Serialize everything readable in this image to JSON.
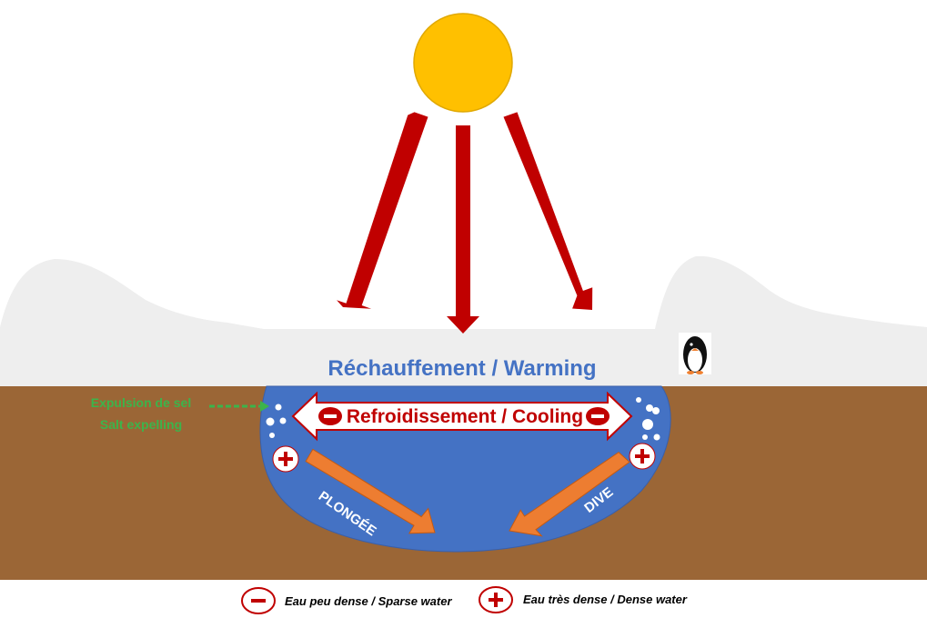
{
  "title": "Réchauffement / Warming",
  "cooling_label": "Refroidissement / Cooling",
  "salt": {
    "line1": "Expulsion de sel",
    "line2": "Salt expelling"
  },
  "dive_left": "PLONGÉE",
  "dive_right": "DIVE",
  "signs": {
    "minus": "−",
    "plus": "+"
  },
  "legend": {
    "sparse": "Eau peu dense / Sparse water",
    "dense": "Eau très dense / Dense water"
  },
  "icons": [
    "sun-icon",
    "penguin-icon",
    "minus-icon",
    "plus-icon"
  ],
  "colors": {
    "sun": "#ffc000",
    "warming_arrow": "#c00000",
    "water": "#4472c4",
    "ground": "#9b6636",
    "ice": "#eeeeee",
    "dive_arrow": "#ed7d31",
    "salt_text": "#3cb44b",
    "title_text": "#4472c4"
  }
}
